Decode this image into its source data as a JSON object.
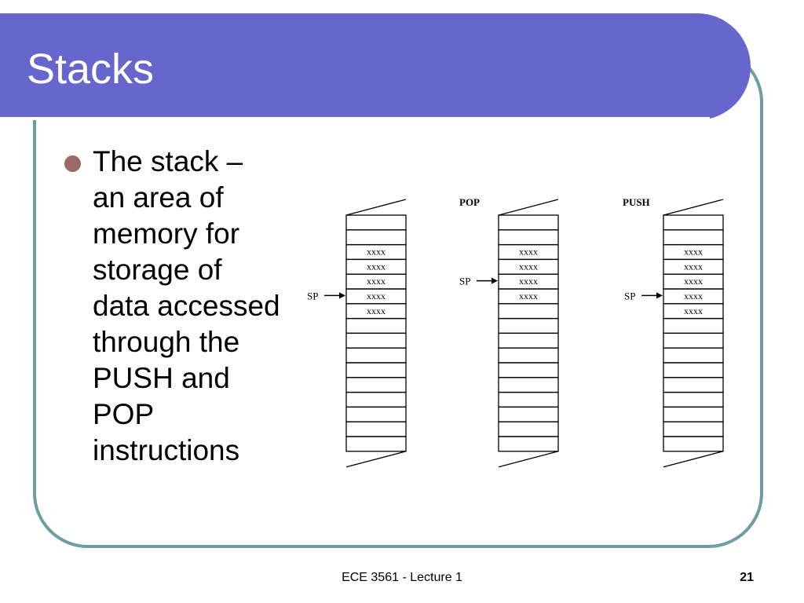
{
  "slide": {
    "title": "Stacks",
    "bullet": "The stack – an area of memory for storage of data accessed through the PUSH and POP instructions",
    "footer": "ECE 3561 - Lecture 1",
    "page_number": "21"
  },
  "diagram": {
    "stacks": [
      {
        "label": "",
        "filled_cells": [
          "xxxx",
          "xxxx",
          "xxxx",
          "xxxx",
          "xxxx"
        ],
        "sp_label": "SP",
        "sp_row": 6
      },
      {
        "label": "POP",
        "filled_cells": [
          "xxxx",
          "xxxx",
          "xxxx",
          "xxxx"
        ],
        "sp_label": "SP",
        "sp_row": 5
      },
      {
        "label": "PUSH",
        "filled_cells": [
          "xxxx",
          "xxxx",
          "xxxx",
          "xxxx",
          "xxxx"
        ],
        "sp_label": "SP",
        "sp_row": 6
      }
    ],
    "total_rows": 16
  },
  "colors": {
    "title_bar": "#6666cc",
    "frame_border": "#6f9ea0",
    "bullet": "#9a6a6a"
  }
}
